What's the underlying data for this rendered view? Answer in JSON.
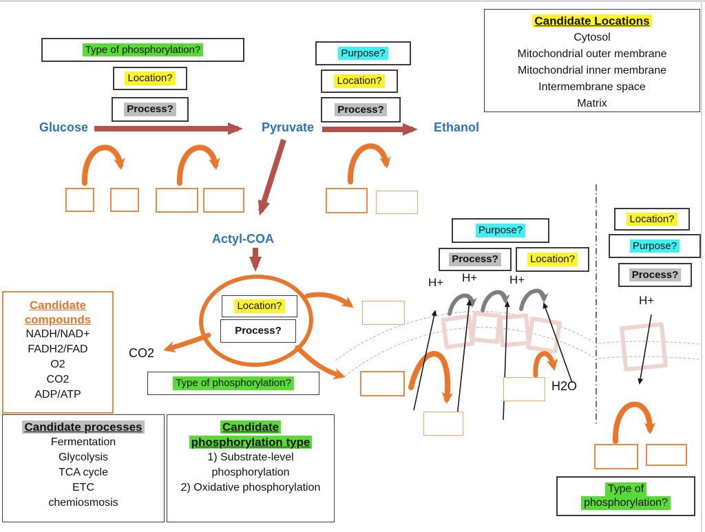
{
  "colors": {
    "highlight_green": "#58dc35",
    "highlight_yellow": "#fff32c",
    "highlight_cyan": "#41f0f4",
    "highlight_gray": "#bebebe",
    "orange": "#e8762c",
    "red_arrow": "#b1534b",
    "blue_label": "#2e74b5"
  },
  "molecules": {
    "glucose": "Glucose",
    "pyruvate": "Pyruvate",
    "ethanol": "Ethanol",
    "acetyl_coa": "Actyl-COA",
    "co2": "CO2",
    "h2o": "H2O",
    "h_plus": "H+"
  },
  "questions": {
    "glycolysis": {
      "phosphorylation": "Type of phosphorylation?",
      "location": "Location?",
      "process": "Process?"
    },
    "fermentation": {
      "purpose": "Purpose?",
      "location": "Location?",
      "process": "Process?"
    },
    "tca": {
      "location": "Location?",
      "process": "Process?",
      "phosphorylation": "Type of phosphorylation?"
    },
    "etc": {
      "purpose": "Purpose?",
      "process": "Process?",
      "location": "Location?"
    },
    "chemiosmosis": {
      "location": "Location?",
      "purpose": "Purpose?",
      "process": "Process?",
      "phosphorylation_line1": "Type of",
      "phosphorylation_line2": "phosphorylation?"
    }
  },
  "candidate_locations": {
    "title": "Candidate Locations",
    "items": [
      "Cytosol",
      "Mitochondrial outer membrane",
      "Mitochondrial inner membrane",
      "Intermembrane space",
      "Matrix"
    ]
  },
  "candidate_compounds": {
    "title_line1": "Candidate",
    "title_line2": "compounds",
    "items": [
      "NADH/NAD+",
      "FADH2/FAD",
      "O2",
      "CO2",
      "ADP/ATP"
    ]
  },
  "candidate_processes": {
    "title": "Candidate processes",
    "items": [
      "Fermentation",
      "Glycolysis",
      "TCA cycle",
      "ETC",
      "chemiosmosis"
    ]
  },
  "candidate_phosphorylation_types": {
    "title_line1": "Candidate",
    "title_line2": "phosphorylation type",
    "items": [
      "1) Substrate-level phosphorylation",
      "2) Oxidative phosphorylation"
    ]
  }
}
